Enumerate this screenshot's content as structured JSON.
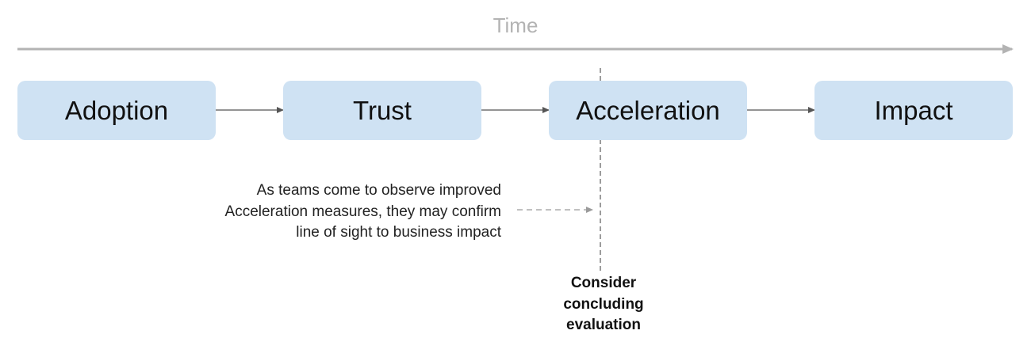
{
  "timeline": {
    "label": "Time",
    "color": "#b3b3b3"
  },
  "stages": [
    {
      "label": "Adoption"
    },
    {
      "label": "Trust"
    },
    {
      "label": "Acceleration"
    },
    {
      "label": "Impact"
    }
  ],
  "stage_fill": "#cfe2f3",
  "annotation": {
    "lines": [
      "As teams come to observe improved",
      "Acceleration measures, they may confirm",
      "line of sight to business impact"
    ]
  },
  "evaluation_marker": {
    "lines": [
      "Consider",
      "concluding",
      "evaluation"
    ]
  }
}
